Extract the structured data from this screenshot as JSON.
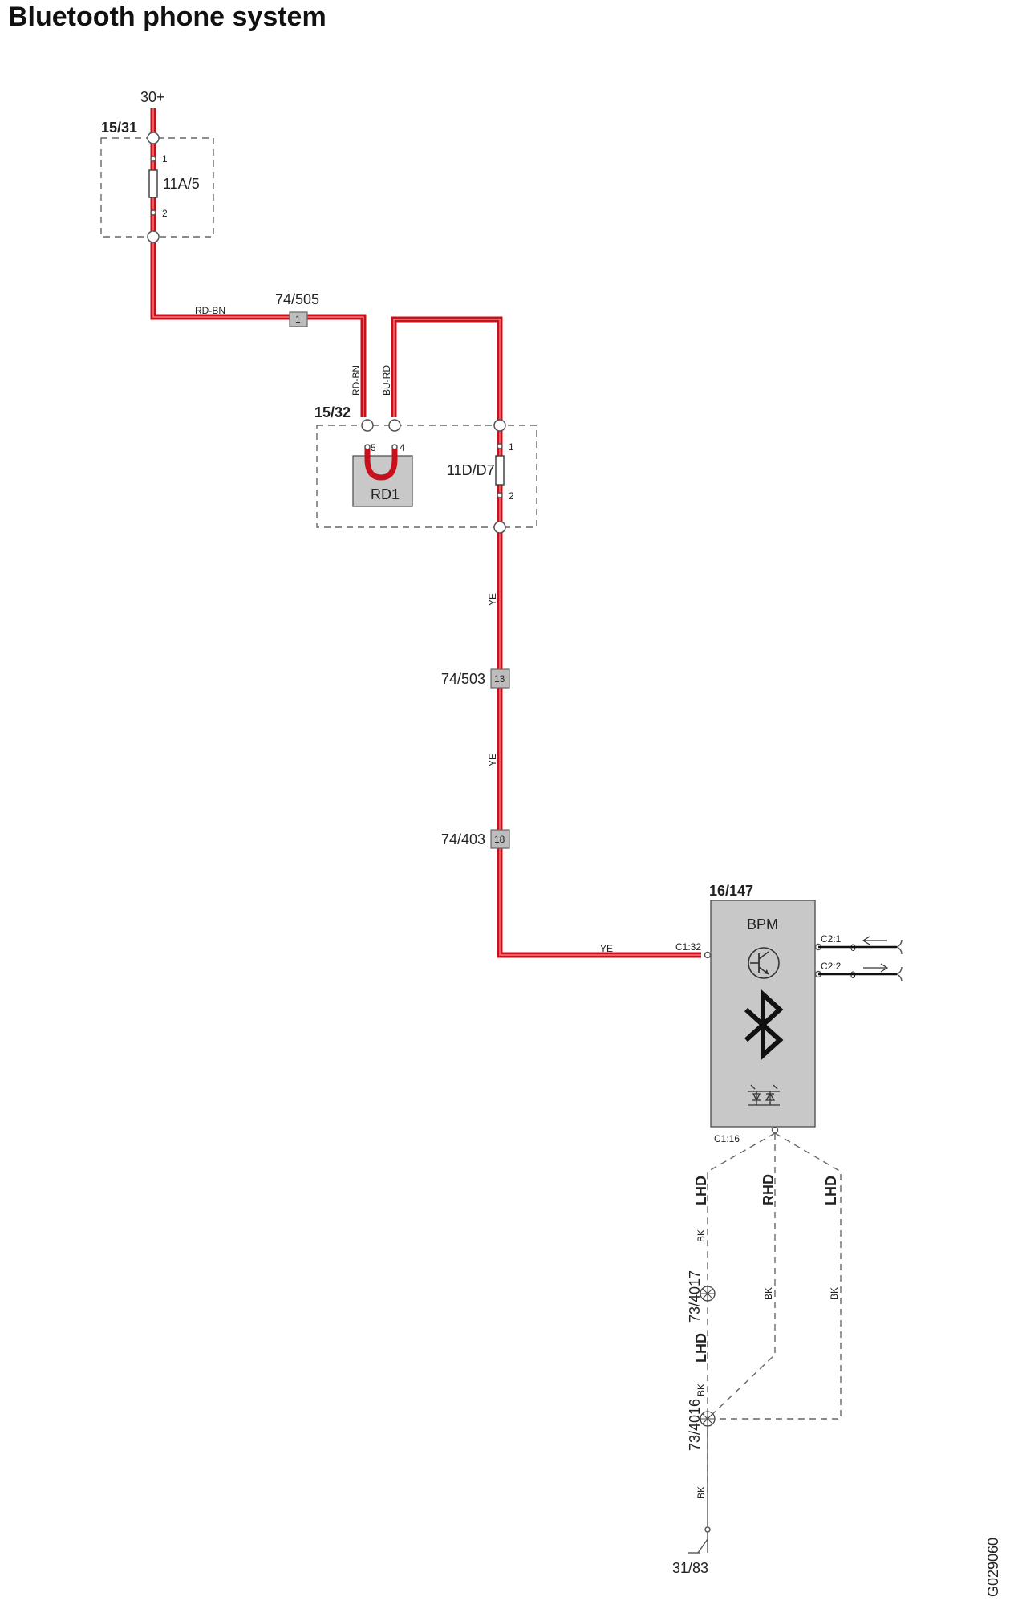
{
  "title": "Bluetooth phone system",
  "labels": {
    "supply": "30+",
    "fusebox1": "15/31",
    "fuse1": "11A/5",
    "fuse1_pin1": "1",
    "fuse1_pin2": "2",
    "wire1": "RD-BN",
    "conn_74_505": "74/505",
    "conn_74_505_pin": "1",
    "wire2": "RD-BN",
    "wire3": "BU-RD",
    "fusebox2": "15/32",
    "relay": "RD1",
    "relay_pin5": "5",
    "relay_pin4": "4",
    "fuse2": "11D/D7",
    "fuse2_pin1": "1",
    "fuse2_pin2": "2",
    "wire_ye1": "YE",
    "conn_74_503": "74/503",
    "conn_74_503_pin": "13",
    "wire_ye2": "YE",
    "conn_74_403": "74/403",
    "conn_74_403_pin": "18",
    "wire_ye3": "YE",
    "module_id": "16/147",
    "module_name": "BPM",
    "pin_c1_32": "C1:32",
    "pin_c2_1": "C2:1",
    "pin_c2_2": "C2:2",
    "pin_c2_1_zero": "0",
    "pin_c2_2_zero": "0",
    "pin_c1_16": "C1:16",
    "lhd_left": "LHD",
    "rhd": "RHD",
    "lhd_right": "LHD",
    "bk_left": "BK",
    "bk_mid": "BK",
    "bk_right": "BK",
    "ground_4017": "73/4017",
    "lhd_lower": "LHD",
    "bk_lower": "BK",
    "ground_4016": "73/4016",
    "bk_bottom": "BK",
    "ground_final": "31/83",
    "figure_id": "G029060"
  },
  "colors": {
    "wire_red": "#c8101d",
    "module_fill": "#c8c8c8",
    "connector_fill": "#bdbdbd"
  },
  "icons": [
    "transistor-icon",
    "bluetooth-icon",
    "diode-pair-icon",
    "arrow-left-icon",
    "arrow-right-icon",
    "ground-point-icon"
  ]
}
